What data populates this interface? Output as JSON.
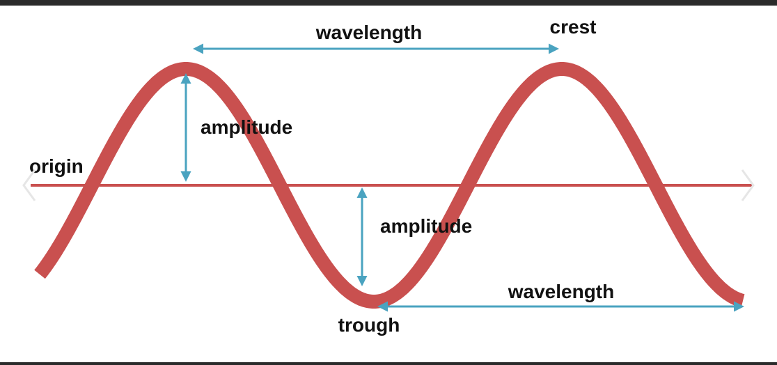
{
  "labels": {
    "wavelength_top": "wavelength",
    "crest": "crest",
    "amplitude_upper": "amplitude",
    "origin": "origin",
    "amplitude_lower": "amplitude",
    "wavelength_bottom": "wavelength",
    "trough": "trough"
  },
  "colors": {
    "wave": "#c9504f",
    "axis": "#c9504f",
    "arrow": "#4aa3c0",
    "text": "#111111",
    "frame": "#2b2b2b",
    "nav": "#e6e6e6"
  },
  "icons": {
    "prev": "chevron-left-icon",
    "next": "chevron-right-icon"
  }
}
